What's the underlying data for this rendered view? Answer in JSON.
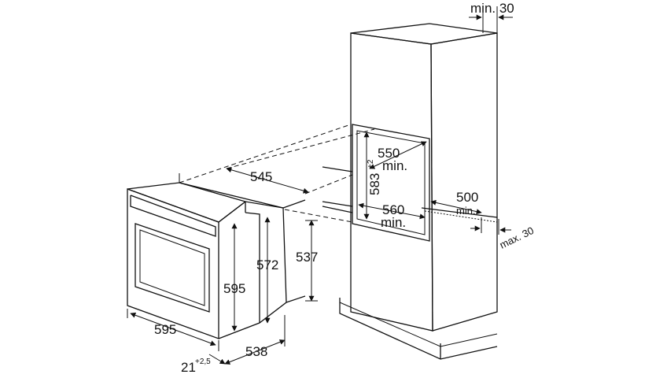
{
  "diagram": {
    "oven": {
      "width": "595",
      "height": "595",
      "depth_body": "545",
      "height_body": "572",
      "height_back": "537",
      "depth_total": "538",
      "door_offset": "21",
      "door_offset_tol": "+2,5"
    },
    "cabinet": {
      "gap_top": "min. 30",
      "niche_width": "560",
      "niche_width_note": "min.",
      "niche_height": "583",
      "niche_height_tol": "+2",
      "niche_depth": "550",
      "niche_depth_note": "min.",
      "shelf_depth": "500",
      "shelf_depth_note": "min.",
      "gap_side": "max. 30"
    },
    "colors": {
      "line": "#111111",
      "background": "#ffffff"
    }
  }
}
